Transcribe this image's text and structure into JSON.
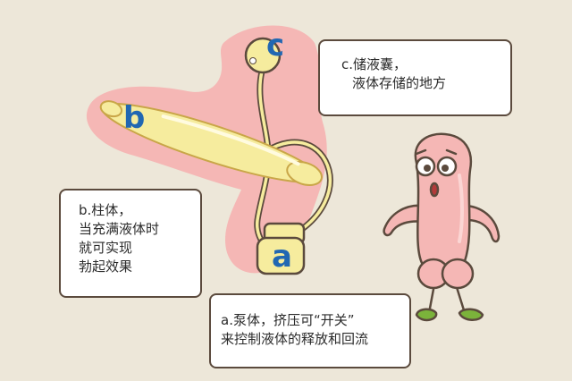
{
  "labels": {
    "a": "a",
    "b": "b",
    "c": "c"
  },
  "callouts": {
    "c": {
      "line1": "c.储液囊，",
      "line2": "液体存储的地方"
    },
    "b": {
      "line1": "b.柱体，",
      "line2": "当充满液体时",
      "line3": "就可实现",
      "line4": "勃起效果"
    },
    "a": {
      "line1": "a.泵体，挤压可“开关”",
      "line2": "来控制液体的释放和回流"
    }
  },
  "colors": {
    "background": "#ede7d9",
    "body_pink": "#f5b7b5",
    "device_yellow": "#f6ec9e",
    "label_blue": "#2167b2",
    "outline": "#5b4a3d"
  }
}
